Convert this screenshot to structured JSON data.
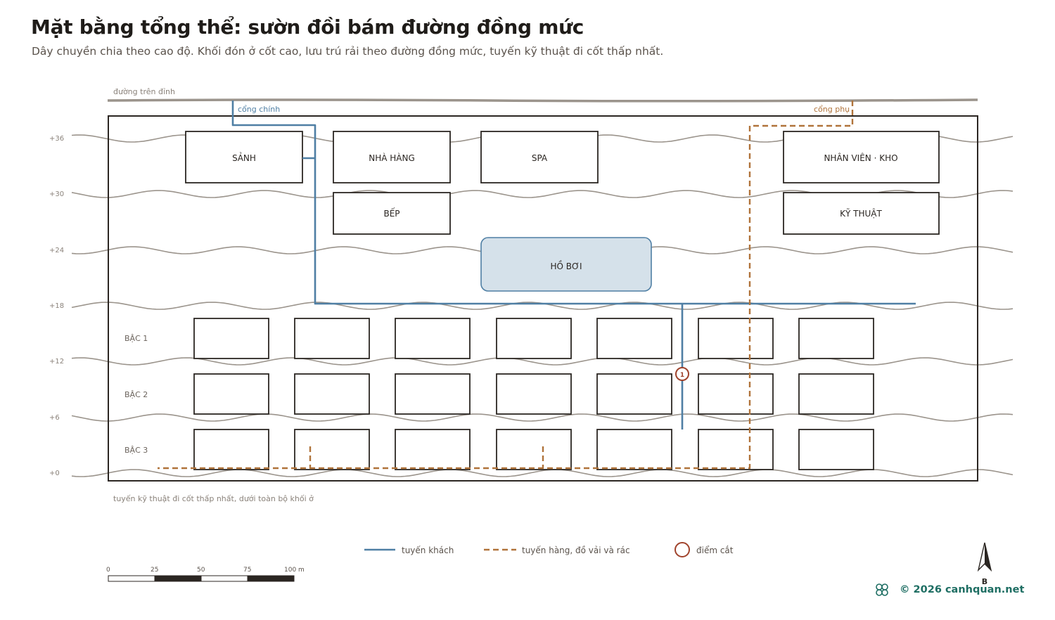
{
  "title": "Mặt bằng tổng thể: sườn đồi bám đường đồng mức",
  "subtitle": "Dây chuyền chia theo cao độ. Khối đón ở cốt cao, lưu trú rải theo đường đồng mức, tuyến kỹ thuật đi cốt thấp nhất.",
  "top_road_label": "đường trên đỉnh",
  "main_gate_label": "cổng chính",
  "side_gate_label": "cổng phụ",
  "contours": [
    "+36",
    "+30",
    "+24",
    "+18",
    "+12",
    "+6",
    "+0"
  ],
  "buildings": {
    "lobby": "SẢNH",
    "restaurant": "NHÀ HÀNG",
    "spa": "SPA",
    "staff_storage": "NHÂN VIÊN · KHO",
    "kitchen": "BẾP",
    "technical": "KỸ THUẬT",
    "pool": "HỒ BƠI"
  },
  "tiers": [
    "BẬC 1",
    "BẬC 2",
    "BẬC 3"
  ],
  "cut_point_number": "1",
  "bottom_note": "tuyến kỹ thuật đi cốt thấp nhất, dưới toàn bộ khối ở",
  "legend": {
    "guest_route": "tuyến khách",
    "service_route": "tuyến hàng, đồ vải và rác",
    "cut_point": "điểm cắt"
  },
  "scale_bar": {
    "ticks": [
      "0",
      "25",
      "50",
      "75",
      "100 m"
    ]
  },
  "north_label": "B",
  "copyright": "© 2026 canhquan.net",
  "colors": {
    "guest_route": "#4f7fa4",
    "service_route": "#b0733a",
    "cut_point": "#a0432c",
    "contour": "#9b948c",
    "pool_fill": "#d5e1ea",
    "brand": "#1e6e63"
  }
}
